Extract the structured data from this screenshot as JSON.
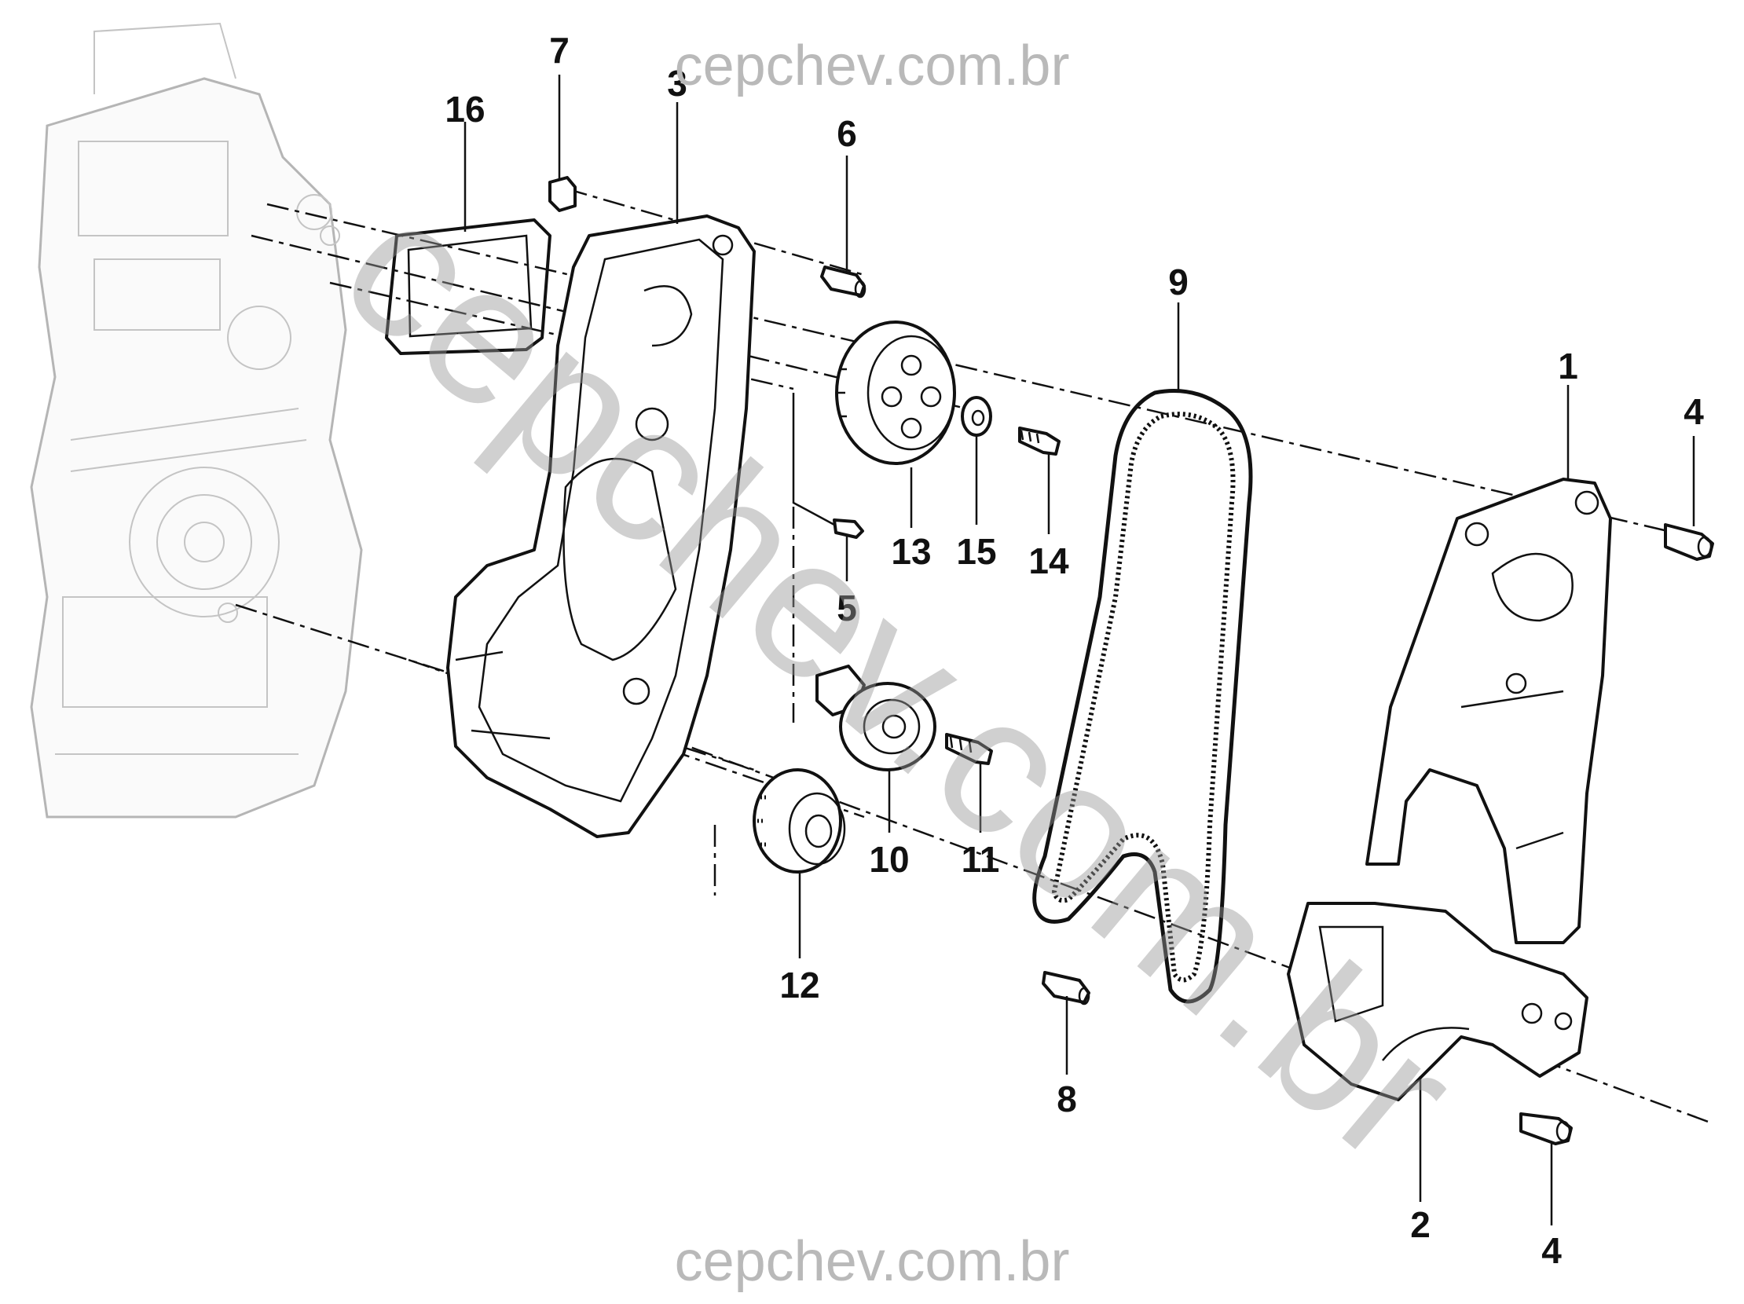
{
  "watermark": {
    "top": "cepchev.com.br",
    "bottom": "cepchev.com.br",
    "diagonal": "cepchev.com.br"
  },
  "callouts": [
    {
      "id": "1",
      "text": "1"
    },
    {
      "id": "2",
      "text": "2"
    },
    {
      "id": "3",
      "text": "3"
    },
    {
      "id": "4a",
      "text": "4"
    },
    {
      "id": "4b",
      "text": "4"
    },
    {
      "id": "5",
      "text": "5"
    },
    {
      "id": "6",
      "text": "6"
    },
    {
      "id": "7",
      "text": "7"
    },
    {
      "id": "8",
      "text": "8"
    },
    {
      "id": "9",
      "text": "9"
    },
    {
      "id": "10",
      "text": "10"
    },
    {
      "id": "11",
      "text": "11"
    },
    {
      "id": "12",
      "text": "12"
    },
    {
      "id": "13",
      "text": "13"
    },
    {
      "id": "14",
      "text": "14"
    },
    {
      "id": "15",
      "text": "15"
    },
    {
      "id": "16",
      "text": "16"
    }
  ]
}
